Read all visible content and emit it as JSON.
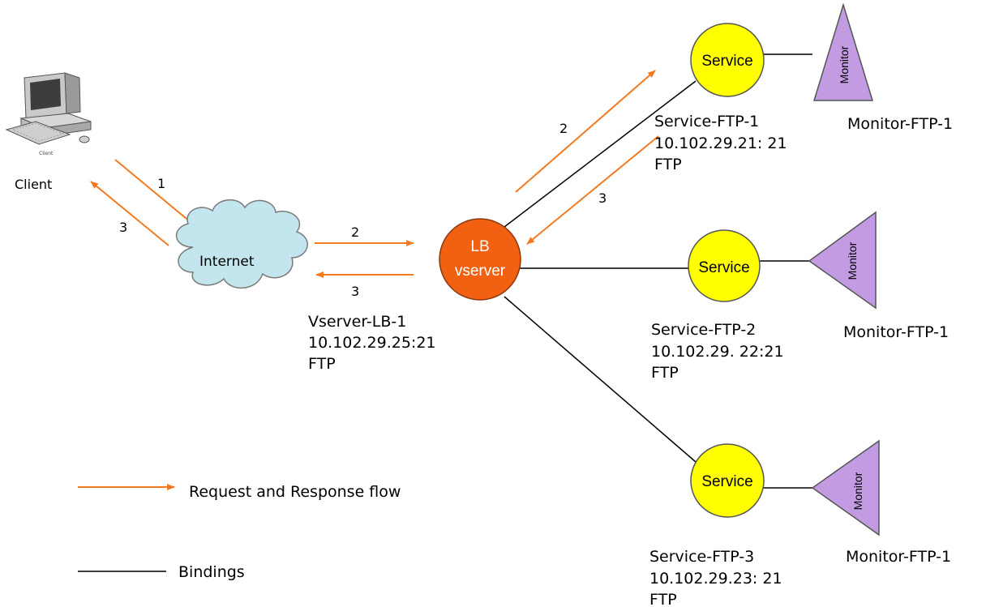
{
  "client": {
    "label": "Client",
    "screen_tag": "Client"
  },
  "internet": {
    "label": "Internet"
  },
  "vserver": {
    "line1": "LB",
    "line2": "vserver",
    "name": "Vserver-LB-1",
    "address": "10.102.29.25:21",
    "protocol": "FTP"
  },
  "services": [
    {
      "node_label": "Service",
      "name": "Service-FTP-1",
      "address": "10.102.29.21: 21",
      "protocol": "FTP",
      "monitor_node_label": "Monitor",
      "monitor_name": "Monitor-FTP-1"
    },
    {
      "node_label": "Service",
      "name": "Service-FTP-2",
      "address": "10.102.29. 22:21",
      "protocol": "FTP",
      "monitor_node_label": "Monitor",
      "monitor_name": "Monitor-FTP-1"
    },
    {
      "node_label": "Service",
      "name": "Service-FTP-3",
      "address": "10.102.29.23: 21",
      "protocol": "FTP",
      "monitor_node_label": "Monitor",
      "monitor_name": "Monitor-FTP-1"
    }
  ],
  "flow_steps": {
    "client_to_internet": "1",
    "internet_to_client": "3",
    "internet_to_vserver": "2",
    "vserver_to_internet": "3",
    "vserver_to_service": "2",
    "service_to_vserver": "3"
  },
  "legend": {
    "flow_label": "Request and Response flow",
    "binding_label": "Bindings"
  },
  "colors": {
    "flow_arrow": "#f47a20",
    "binding_line": "#000000",
    "vserver_fill": "#f26012",
    "service_fill": "#ffff00",
    "monitor_fill": "#c29be3",
    "cloud_fill": "#c3e5ee"
  }
}
